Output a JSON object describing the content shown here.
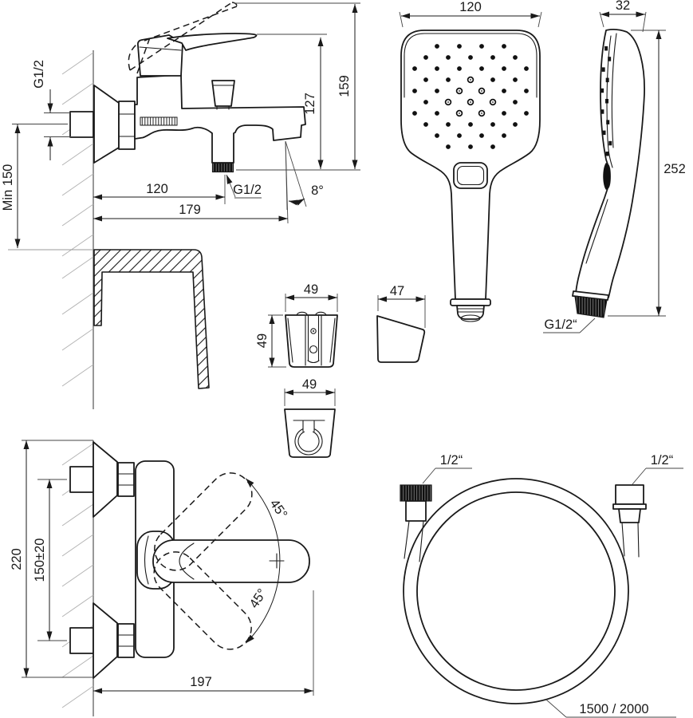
{
  "views": {
    "mixer_side": {
      "labels": {
        "g12_wall": "G1/2",
        "min_150": "Min 150",
        "dim_120": "120",
        "dim_179": "179",
        "g12_outlet": "G1/2",
        "angle_8": "8°",
        "dim_127": "127",
        "dim_159": "159"
      }
    },
    "shower_front": {
      "labels": {
        "dim_120": "120"
      }
    },
    "shower_side": {
      "labels": {
        "dim_32": "32",
        "dim_252": "252",
        "g12": "G1/2“"
      }
    },
    "bracket_front": {
      "labels": {
        "dim_width": "49",
        "dim_height": "49"
      }
    },
    "bracket_side": {
      "labels": {
        "dim_depth": "47"
      }
    },
    "bracket_bottom": {
      "labels": {
        "dim_width": "49"
      }
    },
    "mixer_front": {
      "labels": {
        "dim_220": "220",
        "dim_150": "150±20",
        "angle_top": "45°",
        "angle_bottom": "45°",
        "dim_197": "197"
      }
    },
    "hose": {
      "labels": {
        "left_thread": "1/2“",
        "right_thread": "1/2“",
        "length": "1500 / 2000"
      }
    }
  },
  "colors": {
    "line": "#1a1a1a",
    "wall_hatch": "#b3b3b3",
    "background": "#ffffff"
  }
}
